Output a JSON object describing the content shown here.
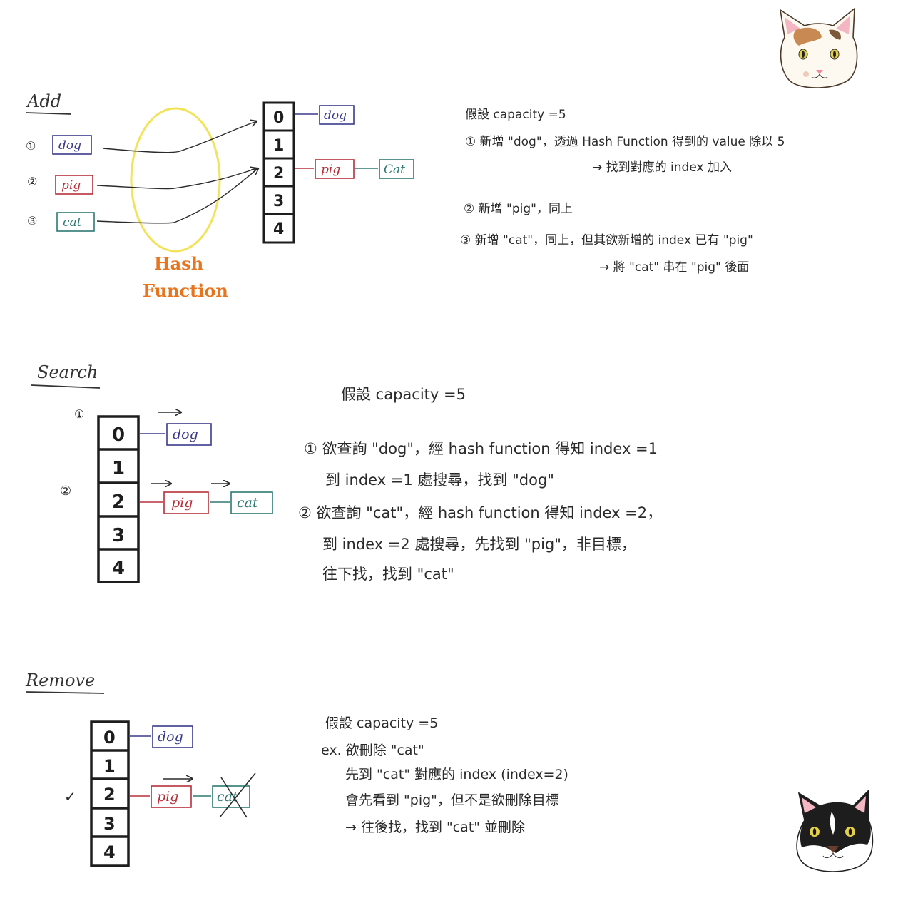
{
  "colors": {
    "dog": "#3a3a8c",
    "pig": "#b5303a",
    "cat": "#2f7a73",
    "ink": "#2a2a2a",
    "hash_ellipse": "#f2e35a",
    "hash_text": "#e8741e"
  },
  "add": {
    "heading": "Add",
    "items": [
      {
        "marker": "①",
        "key": "dog"
      },
      {
        "marker": "②",
        "key": "pig"
      },
      {
        "marker": "③",
        "key": "cat"
      }
    ],
    "hash_label_line1": "Hash",
    "hash_label_line2": "Function",
    "table_indices": [
      "0",
      "1",
      "2",
      "3",
      "4"
    ],
    "chain_dog": "dog",
    "chain_pig": "pig",
    "chain_cat": "Cat",
    "notes": [
      "假設 capacity =5",
      "① 新增 \"dog\"，透過 Hash Function 得到的 value 除以 5",
      "→ 找到對應的 index 加入",
      "② 新增 \"pig\"，同上",
      "③ 新增 \"cat\"，同上，但其欲新增的 index 已有 \"pig\"",
      "→ 將 \"cat\" 串在 \"pig\" 後面"
    ]
  },
  "search": {
    "heading": "Search",
    "marker_1": "①",
    "marker_2": "②",
    "table_indices": [
      "0",
      "1",
      "2",
      "3",
      "4"
    ],
    "chain_dog": "dog",
    "chain_pig": "pig",
    "chain_cat": "cat",
    "notes": [
      "假設 capacity =5",
      "① 欲查詢 \"dog\"，經 hash function 得知 index =1",
      "到 index =1 處搜尋，找到 \"dog\"",
      "② 欲查詢 \"cat\"，經 hash function 得知 index =2，",
      "到 index =2 處搜尋，先找到 \"pig\"，非目標，",
      "往下找，找到 \"cat\""
    ]
  },
  "remove": {
    "heading": "Remove",
    "check_mark": "✓",
    "table_indices": [
      "0",
      "1",
      "2",
      "3",
      "4"
    ],
    "chain_dog": "dog",
    "chain_pig": "pig",
    "chain_cat": "cat",
    "notes": [
      "假設 capacity =5",
      "ex. 欲刪除 \"cat\"",
      "先到 \"cat\" 對應的 index (index=2)",
      "會先看到 \"pig\"，但不是欲刪除目標",
      "→ 往後找，找到 \"cat\" 並刪除"
    ]
  }
}
